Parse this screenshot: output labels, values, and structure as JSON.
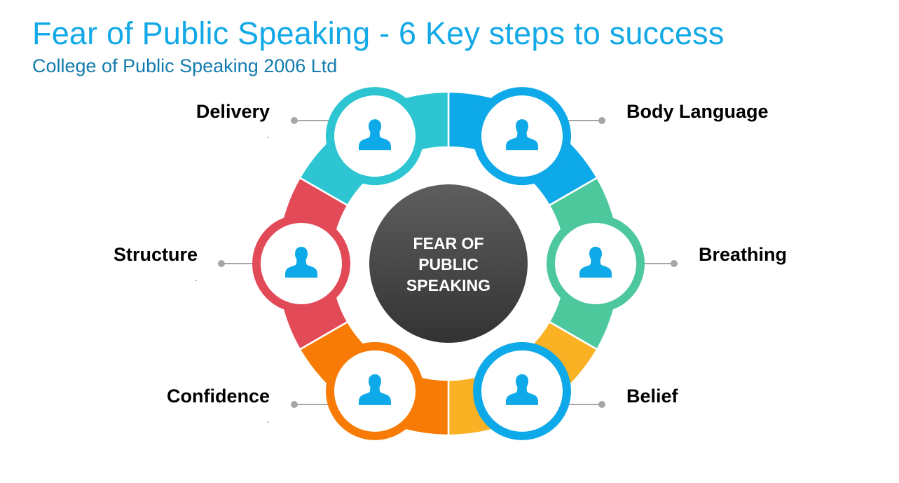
{
  "header": {
    "title": "Fear of Public Speaking - 6 Key steps to success",
    "subtitle": "College of Public Speaking 2006 Ltd"
  },
  "center": {
    "lines": [
      "FEAR OF",
      "PUBLIC",
      "SPEAKING"
    ]
  },
  "steps": [
    {
      "label": "Body Language",
      "color": "#0EA9E8",
      "ring_color": "#0EA9E8",
      "note": ""
    },
    {
      "label": "Breathing",
      "color": "#4DC89D",
      "ring_color": "#4DC89D",
      "note": ""
    },
    {
      "label": "Belief",
      "color": "#FBB124",
      "ring_color": "#0EA9E8",
      "note": ""
    },
    {
      "label": "Confidence",
      "color": "#F77B04",
      "ring_color": "#F77B04",
      "note": "."
    },
    {
      "label": "Structure",
      "color": "#E34A57",
      "ring_color": "#E34A57",
      "note": "."
    },
    {
      "label": "Delivery",
      "color": "#2DC5D2",
      "ring_color": "#2DC5D2",
      "note": "."
    }
  ],
  "icons": {
    "node": "person-icon"
  },
  "colors": {
    "connector": "#A6A6A6",
    "center_top": "#5E5E5E",
    "center_bottom": "#333333",
    "person": "#0EA9E8"
  }
}
